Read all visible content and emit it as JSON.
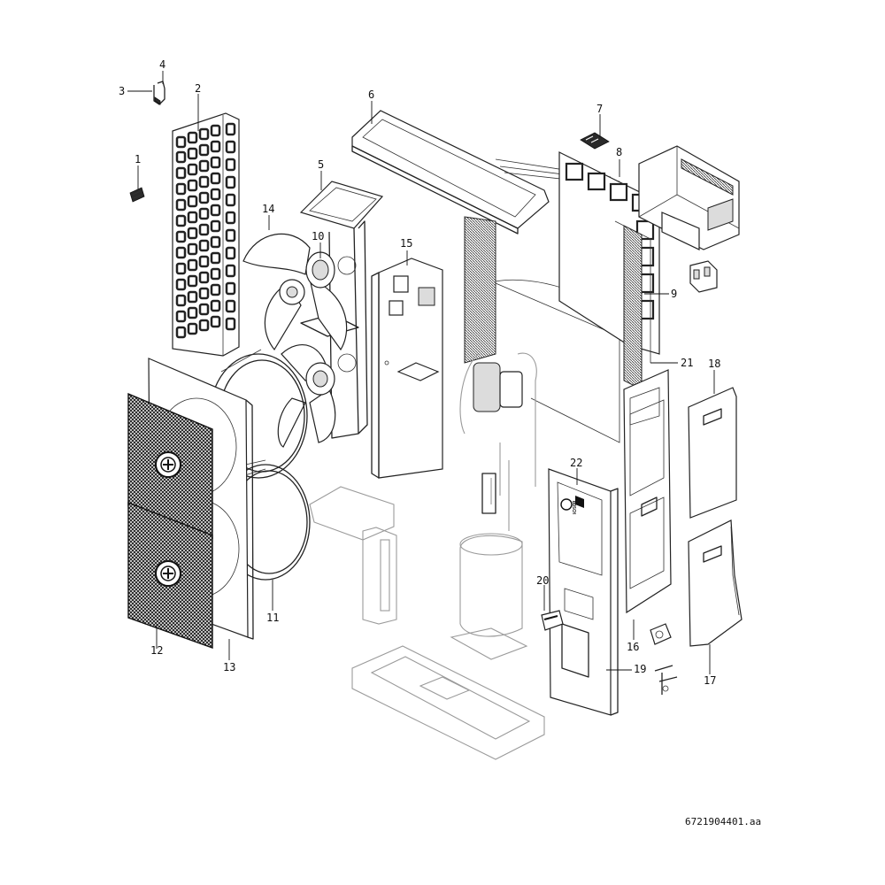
{
  "diagram": {
    "callouts": [
      {
        "id": "p1",
        "text": "1"
      },
      {
        "id": "p2",
        "text": "2"
      },
      {
        "id": "p3",
        "text": "3"
      },
      {
        "id": "p4",
        "text": "4"
      },
      {
        "id": "p5",
        "text": "5"
      },
      {
        "id": "p6",
        "text": "6"
      },
      {
        "id": "p7",
        "text": "7"
      },
      {
        "id": "p8",
        "text": "8"
      },
      {
        "id": "p9",
        "text": "9"
      },
      {
        "id": "p10",
        "text": "10"
      },
      {
        "id": "p11",
        "text": "11"
      },
      {
        "id": "p12",
        "text": "12"
      },
      {
        "id": "p13",
        "text": "13"
      },
      {
        "id": "p14",
        "text": "14"
      },
      {
        "id": "p15",
        "text": "15"
      },
      {
        "id": "p16",
        "text": "16"
      },
      {
        "id": "p17",
        "text": "17"
      },
      {
        "id": "p18",
        "text": "18"
      },
      {
        "id": "p19",
        "text": "19"
      },
      {
        "id": "p20",
        "text": "20"
      },
      {
        "id": "p21",
        "text": "21"
      },
      {
        "id": "p22",
        "text": "22"
      }
    ],
    "document_reference": "6721904401.aa",
    "brand_mark": "BOSCH"
  }
}
